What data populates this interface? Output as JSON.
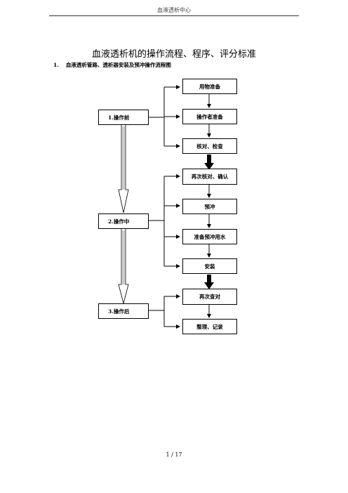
{
  "header": {
    "text": "血液透析中心"
  },
  "document": {
    "title": "血液透析机的操作流程、程序、评分标准",
    "section": {
      "number": "1.",
      "text": "血液透析管路、透析器安装及预冲操作流程图"
    }
  },
  "flowchart": {
    "phases": [
      {
        "label": "1.操作前"
      },
      {
        "label": "2.操作中"
      },
      {
        "label": "3.操作后"
      }
    ],
    "steps": [
      {
        "label": "用物准备"
      },
      {
        "label": "操作者准备"
      },
      {
        "label": "核对、检查"
      },
      {
        "label": "再次核对、确认"
      },
      {
        "label": "预冲"
      },
      {
        "label": "准备预冲用水"
      },
      {
        "label": "安装"
      },
      {
        "label": "再次查对"
      },
      {
        "label": "整理、记录"
      }
    ]
  },
  "footer": {
    "page": "1",
    "separator": "/",
    "total": "17"
  }
}
